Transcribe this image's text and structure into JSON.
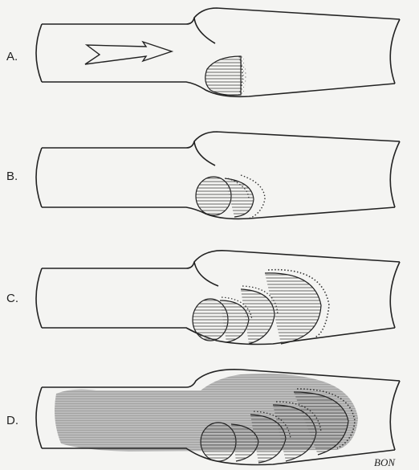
{
  "panels": [
    {
      "label": "A."
    },
    {
      "label": "B."
    },
    {
      "label": "C."
    },
    {
      "label": "D."
    }
  ],
  "signature": "BON",
  "icons": {
    "flow_arrow": "arrow-right-icon"
  },
  "colors": {
    "paper": "#f4f4f2",
    "ink": "#222222",
    "thrombus_shade": "#9a9a9a"
  }
}
